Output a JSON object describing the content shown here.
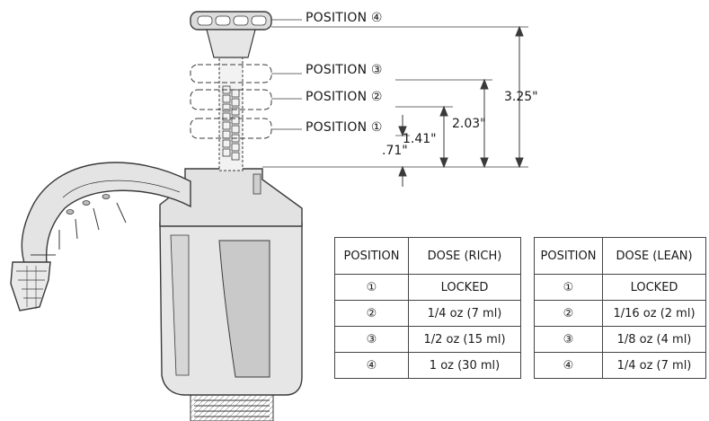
{
  "callouts": {
    "pos4": "POSITION ④",
    "pos3": "POSITION ③",
    "pos2": "POSITION ②",
    "pos1": "POSITION ①"
  },
  "dimensions": {
    "d1": ".71\"",
    "d2": "1.41\"",
    "d3": "2.03\"",
    "d4": "3.25\""
  },
  "table_rich": {
    "headers": [
      "POSITION",
      "DOSE (RICH)"
    ],
    "rows": [
      [
        "①",
        "LOCKED"
      ],
      [
        "②",
        "1/4 oz (7 ml)"
      ],
      [
        "③",
        "1/2 oz (15 ml)"
      ],
      [
        "④",
        "1 oz (30 ml)"
      ]
    ]
  },
  "table_lean": {
    "headers": [
      "POSITION",
      "DOSE (LEAN)"
    ],
    "rows": [
      [
        "①",
        "LOCKED"
      ],
      [
        "②",
        "1/16 oz (2 ml)"
      ],
      [
        "③",
        "1/8 oz (4 ml)"
      ],
      [
        "④",
        "1/4 oz (7 ml)"
      ]
    ]
  },
  "colors": {
    "line": "#3a3a3a",
    "body_fill": "#e6e6e6",
    "body_shade": "#c9c9c9"
  }
}
